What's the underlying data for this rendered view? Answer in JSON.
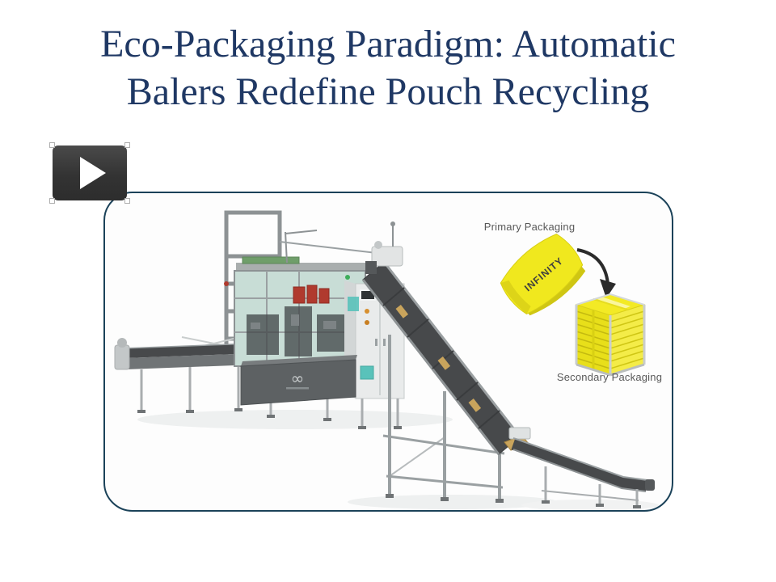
{
  "slide": {
    "title": "Eco-Packaging Paradigm: Automatic Balers Redefine Pouch Recycling",
    "title_color": "#1f3864",
    "background_color": "#ffffff"
  },
  "video": {
    "play_icon": "play-triangle"
  },
  "figure": {
    "border_color": "#1b4259",
    "primary_label": "Primary Packaging",
    "secondary_label": "Secondary Packaging",
    "pouch_text": "INFINITY",
    "machine_logo": "∞",
    "colors": {
      "pouch_yellow": "#f0e81e",
      "tray_yellow": "#f3ea25",
      "belt_gray": "#47494b",
      "frame_gray": "#9aa0a2",
      "glass_green": "#c8ddd6",
      "cabinet_white": "#e9ebeb",
      "screen_teal": "#59c2ba",
      "label_color": "#595959",
      "arrow_color": "#2b2b2b"
    }
  }
}
